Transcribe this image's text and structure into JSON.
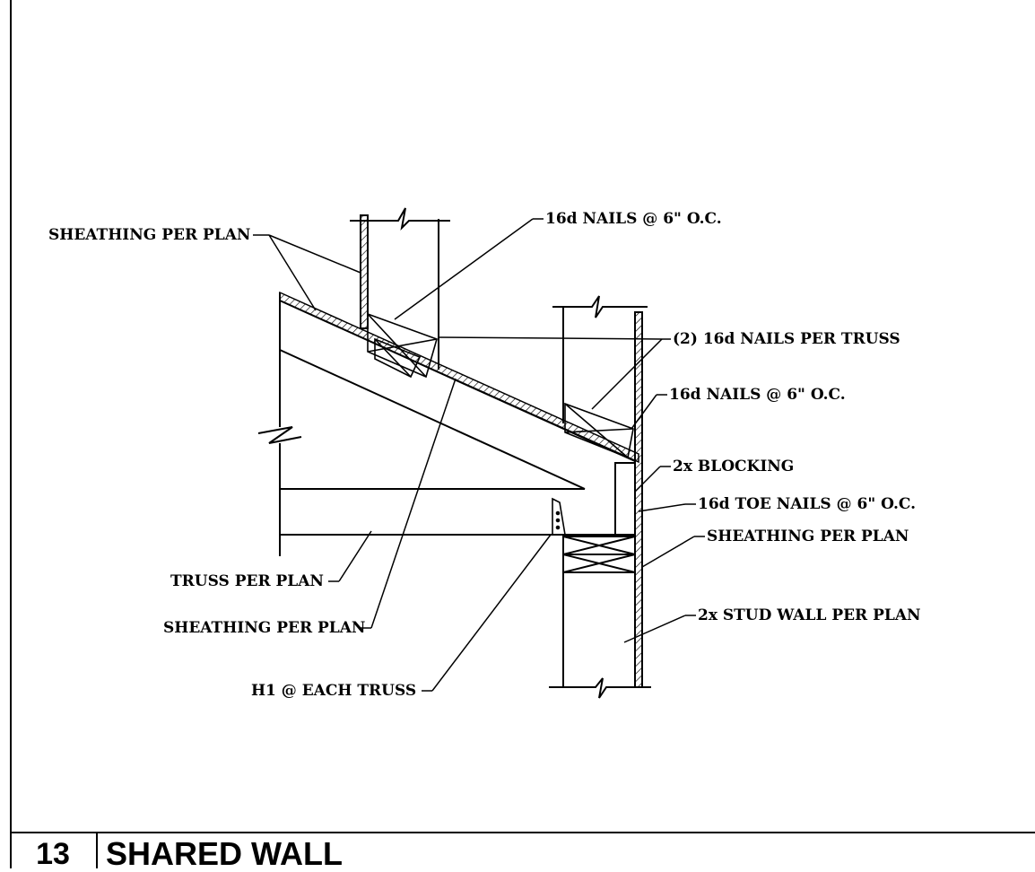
{
  "detail": {
    "number": "13",
    "title": "SHARED WALL"
  },
  "callouts": {
    "sheathing_top": "SHEATHING PER PLAN",
    "nails_top": "16d NAILS @ 6\" O.C.",
    "nails_per_truss": "(2) 16d NAILS PER TRUSS",
    "nails_mid": "16d NAILS @ 6\" O.C.",
    "blocking": "2x BLOCKING",
    "toe_nails": "16d TOE NAILS @ 6\" O.C.",
    "sheathing_right": "SHEATHING PER PLAN",
    "truss": "TRUSS PER PLAN",
    "sheathing_bottom": "SHEATHING PER PLAN",
    "stud_wall": "2x STUD WALL PER PLAN",
    "h1": "H1 @ EACH TRUSS"
  }
}
